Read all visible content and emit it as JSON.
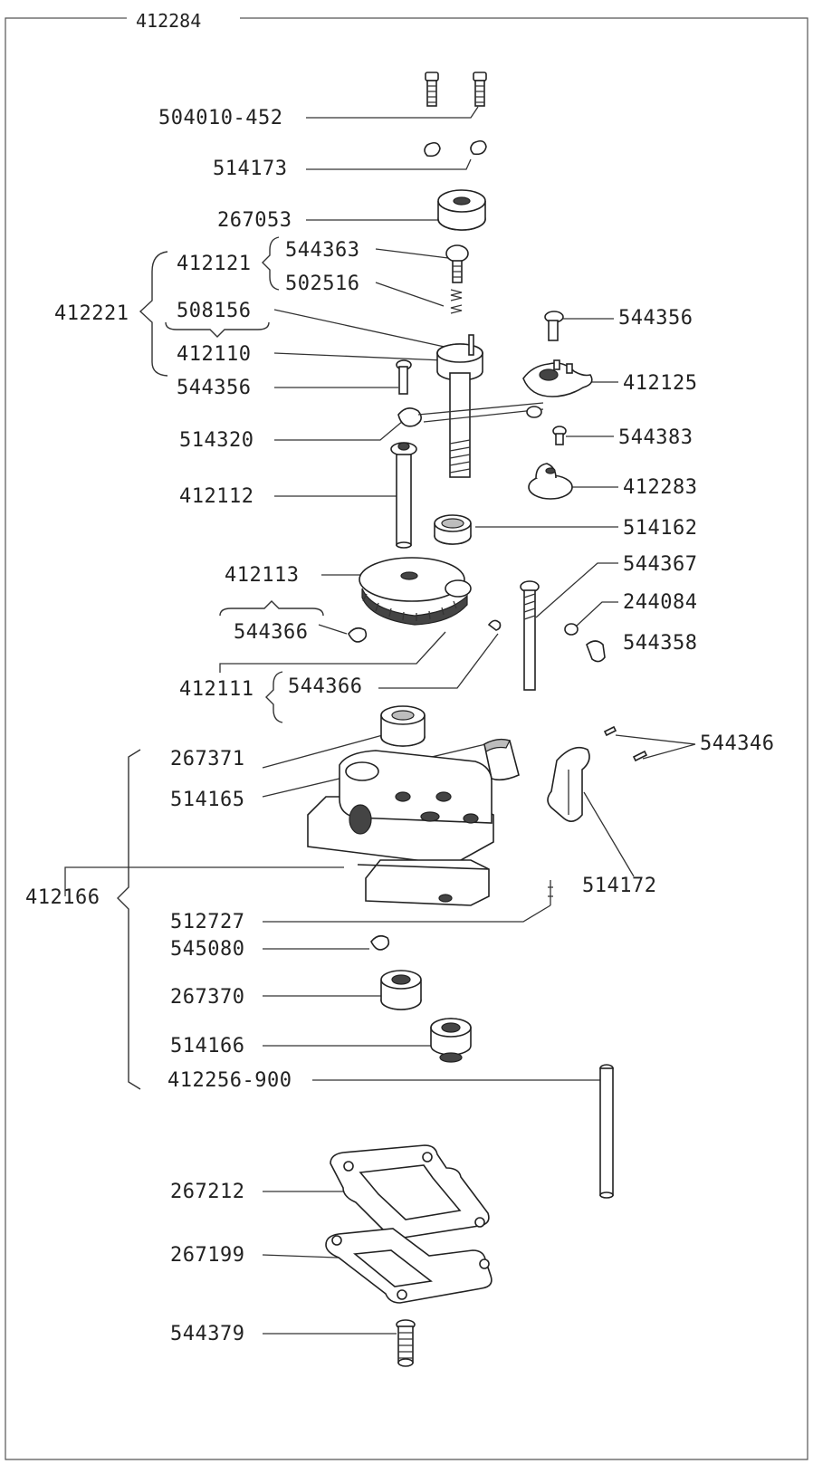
{
  "title": "412284",
  "labels": {
    "p504010_452": "504010-452",
    "p514173": "514173",
    "p267053": "267053",
    "p412121": "412121",
    "p544363": "544363",
    "p502516": "502516",
    "p412221": "412221",
    "p508156": "508156",
    "p412110": "412110",
    "p544356a": "544356",
    "p544356b": "544356",
    "p412125": "412125",
    "p514320": "514320",
    "p544383": "544383",
    "p412112": "412112",
    "p412283": "412283",
    "p514162": "514162",
    "p412113": "412113",
    "p544367": "544367",
    "p544366a": "544366",
    "p244084": "244084",
    "p544358": "544358",
    "p412111": "412111",
    "p544366b": "544366",
    "p267371": "267371",
    "p544346": "544346",
    "p514165": "514165",
    "p412166": "412166",
    "p514172": "514172",
    "p512727": "512727",
    "p545080": "545080",
    "p267370": "267370",
    "p514166": "514166",
    "p412256_900": "412256-900",
    "p267212": "267212",
    "p267199": "267199",
    "p544379": "544379"
  }
}
